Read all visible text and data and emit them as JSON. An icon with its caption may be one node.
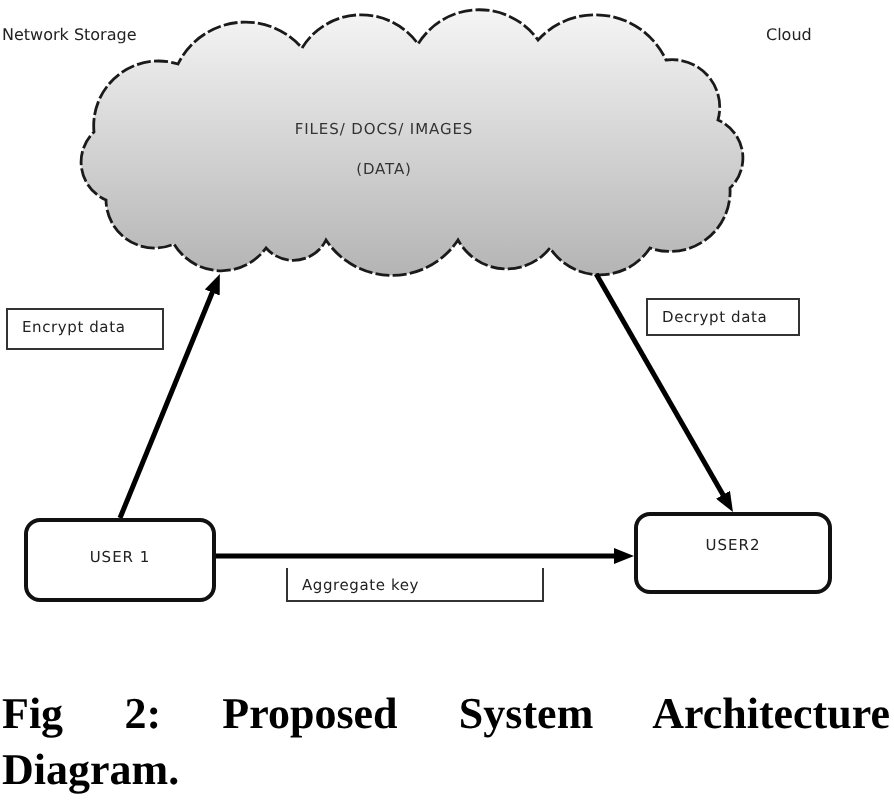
{
  "diagram": {
    "caption": "Fig 2: Proposed System Architecture Diagram.",
    "nodes": [
      {
        "text": [
          "FILES/ DOCS/ IMAGES",
          "(DATA)"
        ],
        "beside": [
          "Network Storage",
          "Cloud"
        ]
      },
      {
        "text": [
          "USER 1"
        ]
      },
      {
        "text": [
          "USER2"
        ]
      }
    ],
    "edges": [
      {
        "from": 1,
        "to": 0,
        "arrow": "to",
        "label": "Encrypt data"
      },
      {
        "from": 0,
        "to": 2,
        "arrow": "to",
        "label": "Decrypt data"
      },
      {
        "from": 1,
        "to": 2,
        "arrow": "to",
        "label": "Aggregate key"
      }
    ]
  }
}
